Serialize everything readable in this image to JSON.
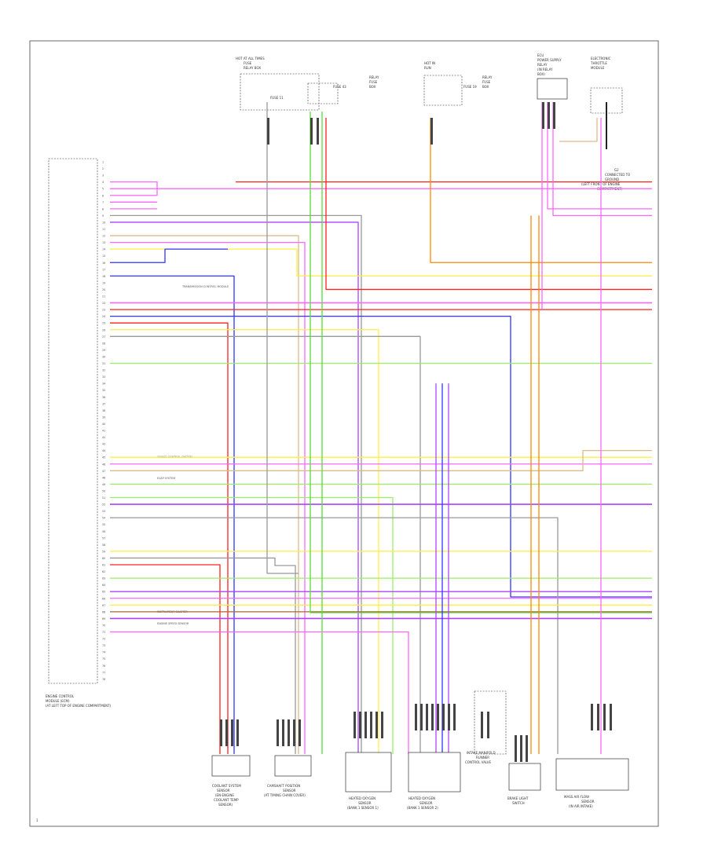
{
  "page_number": "1",
  "modules": {
    "left_module_caption": [
      "ENGINE CONTROL",
      "MODULE (ECM)",
      "(AT LEFT TOP OF ENGINE COMPARTMENT)"
    ],
    "top_hot_at_all_times": [
      "HOT AT ALL TIMES",
      "FUSE",
      "RELAY BOX"
    ],
    "top_hot_in_run": [
      "HOT IN",
      "RUN"
    ],
    "top_fuse_1": "FUSE 11",
    "top_fuse_2": "FUSE 43",
    "top_fuse_3": "FUSE 19",
    "top_relay_1": [
      "RELAY",
      "FUSE",
      "BOX"
    ],
    "top_relay_2": [
      "RELAY",
      "FUSE",
      "BOX"
    ],
    "top_ground_module": [
      "ECU",
      "POWER SUPPLY",
      "RELAY",
      "(IN RELAY",
      "BOX)"
    ],
    "top_right_sensor": [
      "ELECTRONIC",
      "THROTTLE",
      "MODULE"
    ],
    "right_ground_text": [
      "G2",
      "CONNECTED TO",
      "GROUND",
      "(LEFT FRONT OF ENGINE",
      "COMPARTMENT)"
    ],
    "cruise_note_1": "TRANSMISSION CONTROL MODULE",
    "note_1": "CRUISE CONTROL SYSTEM",
    "note_2": "EVAP SYSTEM",
    "note_3": "INSTRUMENT CLUSTER",
    "note_4": "ENGINE SPEED SENSOR"
  },
  "bottom_components": [
    {
      "label": [
        "COOLANT SYSTEM",
        "SENSOR",
        "(EN-ENGINE",
        "COOLANT TEMP",
        "SENSOR)"
      ]
    },
    {
      "label": [
        "CAMSHAFT POSITION",
        "SENSOR",
        "(AT TIMING CHAIN COVER)"
      ]
    },
    {
      "label": [
        "HEATED OXYGEN",
        "SENSOR",
        "(BANK 1 SENSOR 1)"
      ]
    },
    {
      "label": [
        "HEATED OXYGEN",
        "SENSOR",
        "(BANK 1 SENSOR 2)"
      ]
    },
    {
      "label": [
        "BRAKE LIGHT",
        "SWITCH"
      ]
    },
    {
      "label": [
        "INTAKE MANIFOLD",
        "RUNNER",
        "CONTROL VALVE"
      ]
    },
    {
      "label": [
        "MASS AIR FLOW",
        "SENSOR",
        "(IN AIR INTAKE)"
      ]
    }
  ],
  "pin_labels": [
    "1",
    "2",
    "3",
    "4",
    "5",
    "6",
    "7",
    "8",
    "9",
    "10",
    "11",
    "12",
    "13",
    "14",
    "15",
    "16",
    "17",
    "18",
    "19",
    "20",
    "21",
    "22",
    "23",
    "24",
    "25",
    "26",
    "27",
    "28",
    "29",
    "30",
    "31",
    "32",
    "33",
    "34",
    "35",
    "36",
    "37",
    "38",
    "39",
    "40",
    "41",
    "42",
    "43",
    "44",
    "45",
    "46",
    "47",
    "48",
    "49",
    "50",
    "51",
    "52",
    "53",
    "54",
    "55",
    "56",
    "57",
    "58",
    "59",
    "60",
    "61",
    "62",
    "63",
    "64",
    "65",
    "66",
    "67",
    "68",
    "69",
    "70",
    "71",
    "72",
    "73",
    "74",
    "75",
    "76",
    "77",
    "78"
  ],
  "wire_colors": {
    "pink": "#ff66ff",
    "red": "#ff2020",
    "green": "#55dd33",
    "blue": "#3333ff",
    "yellow": "#ffee44",
    "orange": "#ff8800",
    "gray": "#999999",
    "violet": "#aa44ff",
    "tan": "#ddbb88",
    "black": "#222222",
    "brown": "#aa6633",
    "light_green": "#99ee66"
  }
}
